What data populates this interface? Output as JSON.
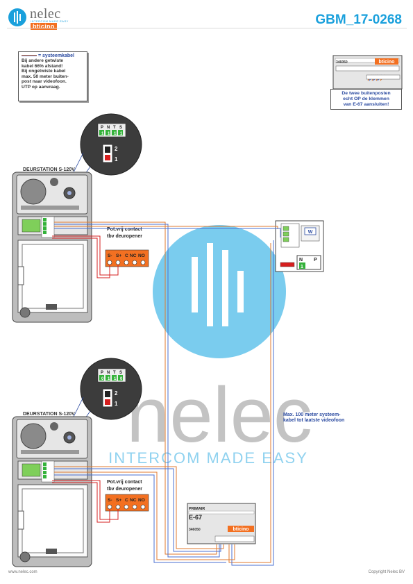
{
  "header": {
    "logo": {
      "name": "nelec",
      "tagline": "INTERCOM MADE EASY",
      "partner": "bticino"
    },
    "document_id": "GBM_17-0268"
  },
  "note": {
    "legend": "= systeemkabel",
    "lines": [
      "Bij andere getwiste",
      "kabel 66% afstand!",
      "Bij ongetwiste kabel",
      "max. 50 meter buiten-",
      "post naar videofoon.",
      "UTP op aanvraag."
    ]
  },
  "reference_box": {
    "article": "346050",
    "brand": "bticino",
    "lines": [
      "De twee buitenposten",
      "echt OP de klemmen",
      "van E-67 aansluiten!"
    ]
  },
  "door_stations": [
    {
      "title": "DEURSTATION S-120V",
      "connector_labels": [
        "P",
        "N",
        "T",
        "S"
      ],
      "connector_values": [
        "1",
        "1",
        "1",
        "1"
      ],
      "dip": [
        "2",
        "1"
      ],
      "contact_title": [
        "Pot.vrij contact",
        "tbv deuropener"
      ],
      "contact_terminals": [
        "S-",
        "S+",
        "C",
        "NC",
        "NO"
      ]
    },
    {
      "title": "DEURSTATION S-120V",
      "connector_labels": [
        "P",
        "N",
        "T",
        "S"
      ],
      "connector_values": [
        "0",
        "1",
        "1",
        "0"
      ],
      "dip": [
        "2",
        "1"
      ],
      "contact_title": [
        "Pot.vrij contact",
        "tbv deuropener"
      ],
      "contact_terminals": [
        "S-",
        "S+",
        "C",
        "NC",
        "NO"
      ]
    }
  ],
  "monitor": {
    "screen_label": "W",
    "terminal_labels": [
      "N",
      "P"
    ],
    "value": "1"
  },
  "cable_note": [
    "Max. 100 meter systeem-",
    "kabel tot laatste videofoon"
  ],
  "power_supply": {
    "label": "PRIMAIR",
    "model": "E-67",
    "article": "346050",
    "brand": "bticino"
  },
  "watermark": {
    "brand": "nelec",
    "tagline": "INTERCOM MADE EASY"
  },
  "footer": {
    "left": "www.nelec.com",
    "right": "Copyright Nelec BV"
  },
  "colors": {
    "accent": "#1aa0dc",
    "cable_orange": "#e07a2e",
    "cable_blue": "#4a6fd0",
    "wire_red": "#d61f1f",
    "terminal_orange": "#f37021"
  }
}
